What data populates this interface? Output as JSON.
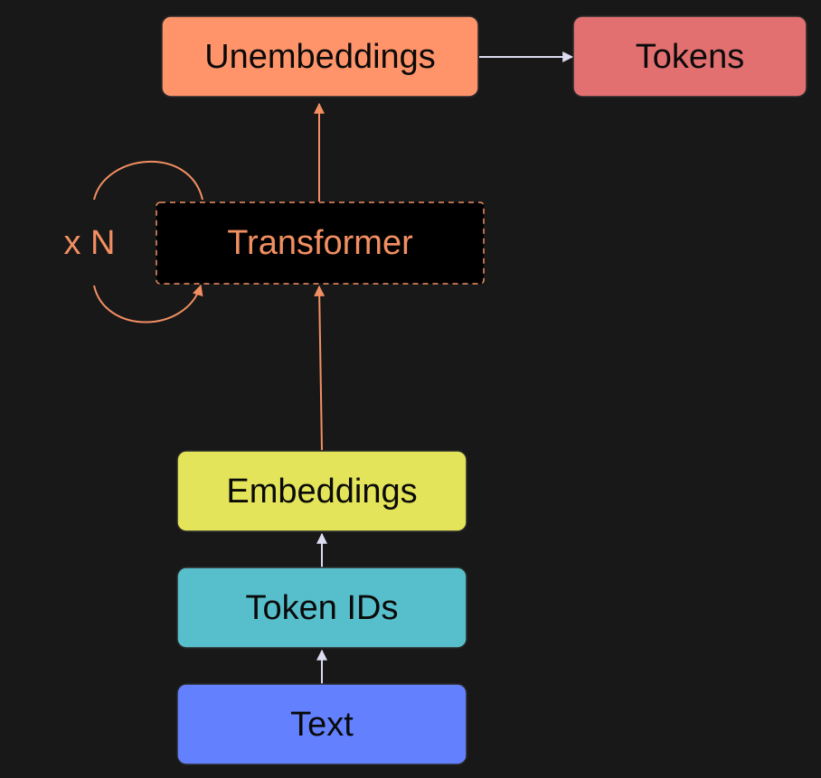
{
  "diagram": {
    "nodes": {
      "text": {
        "label": "Text",
        "color": "#6381ff"
      },
      "token_ids": {
        "label": "Token IDs",
        "color": "#57bfcb"
      },
      "embeddings": {
        "label": "Embeddings",
        "color": "#e3e459"
      },
      "transformer": {
        "label": "Transformer",
        "color": "#f28f62",
        "fill": "#000000",
        "border_style": "dashed"
      },
      "unembeddings": {
        "label": "Unembeddings",
        "color": "#ff946a"
      },
      "tokens": {
        "label": "Tokens",
        "color": "#e37070"
      }
    },
    "loop": {
      "label": "x N",
      "color": "#f28f62"
    },
    "edges": [
      {
        "from": "text",
        "to": "token_ids",
        "color": "#dcdcf0"
      },
      {
        "from": "token_ids",
        "to": "embeddings",
        "color": "#dcdcf0"
      },
      {
        "from": "embeddings",
        "to": "transformer",
        "color": "#f28f62"
      },
      {
        "from": "transformer",
        "to": "unembeddings",
        "color": "#f28f62"
      },
      {
        "from": "unembeddings",
        "to": "tokens",
        "color": "#dcdcf0"
      }
    ]
  }
}
